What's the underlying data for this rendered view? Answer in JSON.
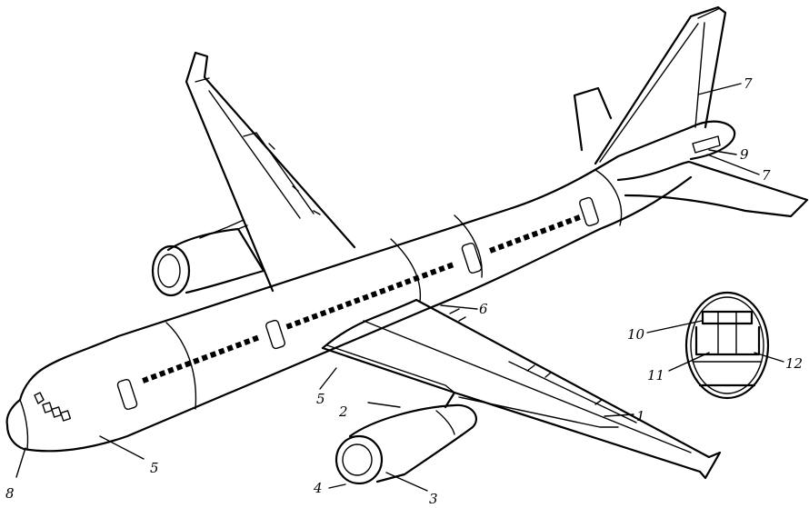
{
  "figure": {
    "labels": {
      "l1": "1",
      "l2": "2",
      "l3": "3",
      "l4": "4",
      "l5a": "5",
      "l5b": "5",
      "l6": "6",
      "l7a": "7",
      "l7b": "7",
      "l8": "8",
      "l9": "9",
      "l10": "10",
      "l11": "11",
      "l12": "12"
    },
    "line_color": "#000000",
    "background": "#ffffff"
  }
}
